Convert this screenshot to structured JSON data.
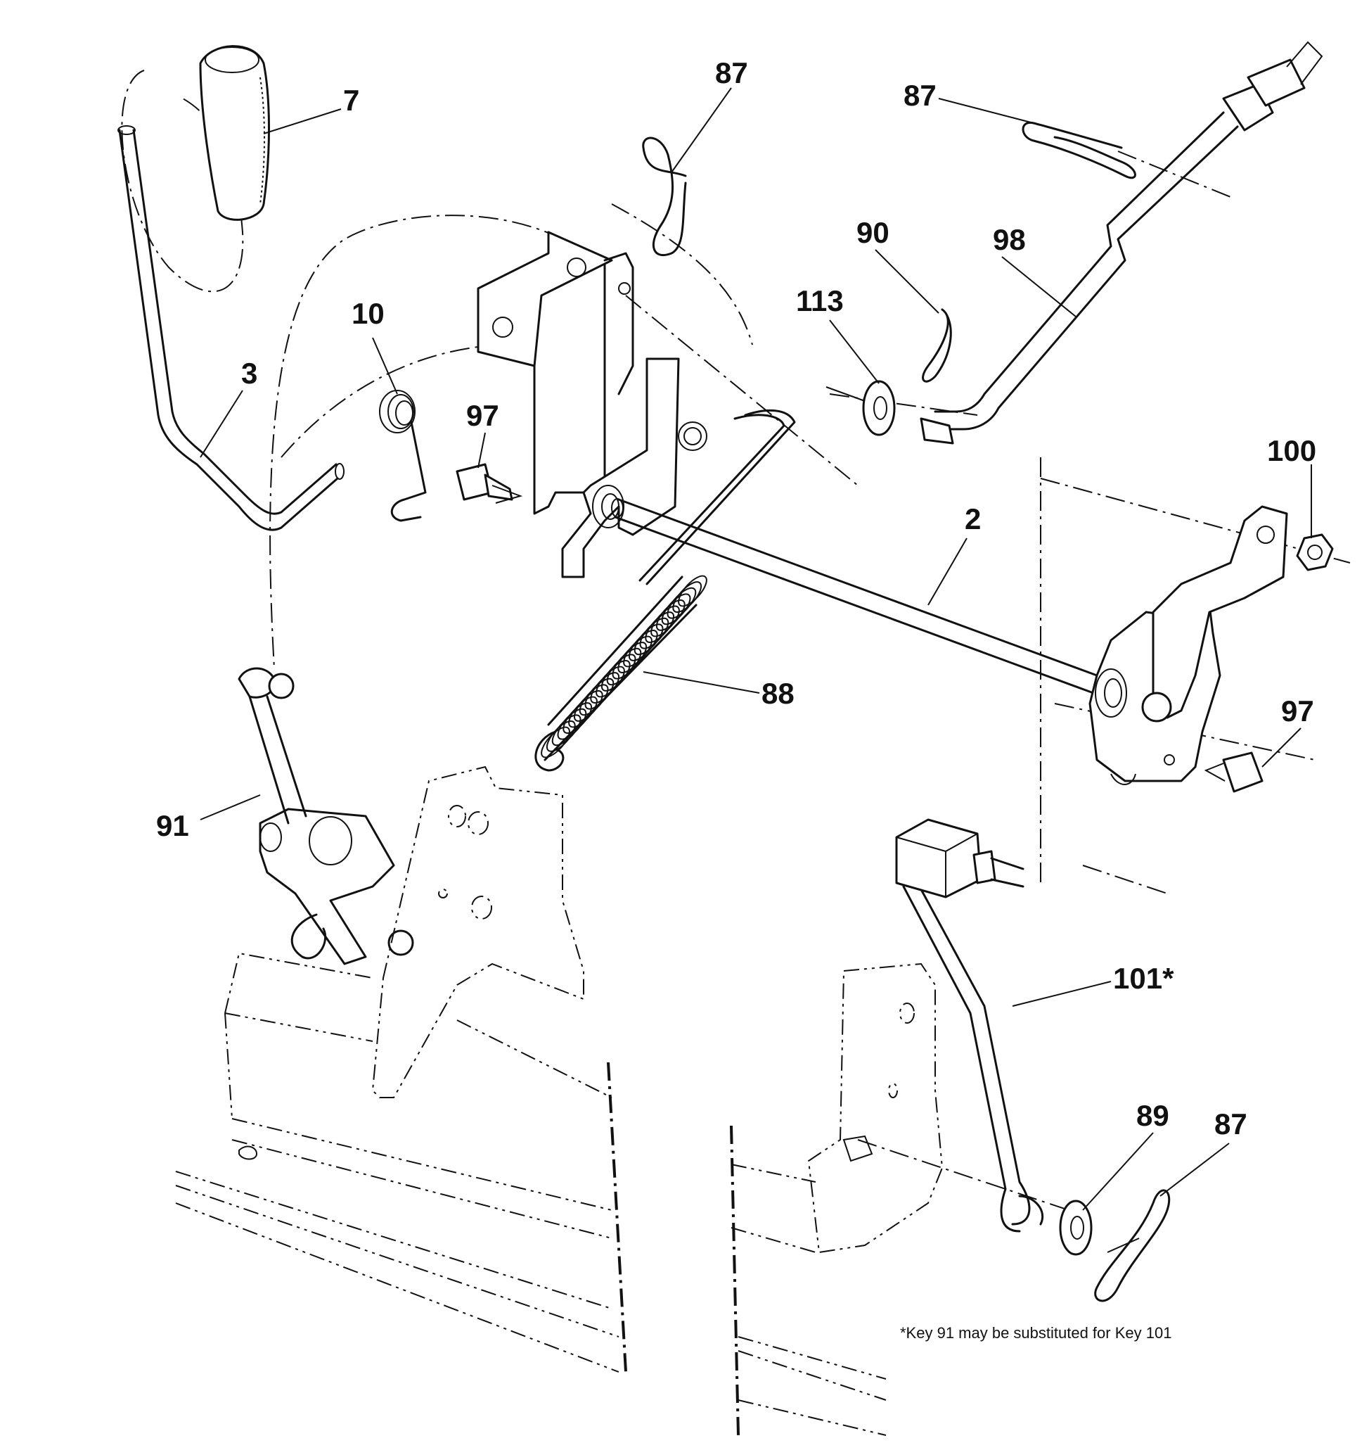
{
  "labels": {
    "k7": "7",
    "k87a": "87",
    "k87b": "87",
    "k90": "90",
    "k98": "98",
    "k113": "113",
    "k10": "10",
    "k3": "3",
    "k97a": "97",
    "k2": "2",
    "k100": "100",
    "k88": "88",
    "k97b": "97",
    "k91": "91",
    "k101": "101*",
    "k89": "89",
    "k87c": "87"
  },
  "footnote": "*Key 91 may be substituted for Key 101"
}
